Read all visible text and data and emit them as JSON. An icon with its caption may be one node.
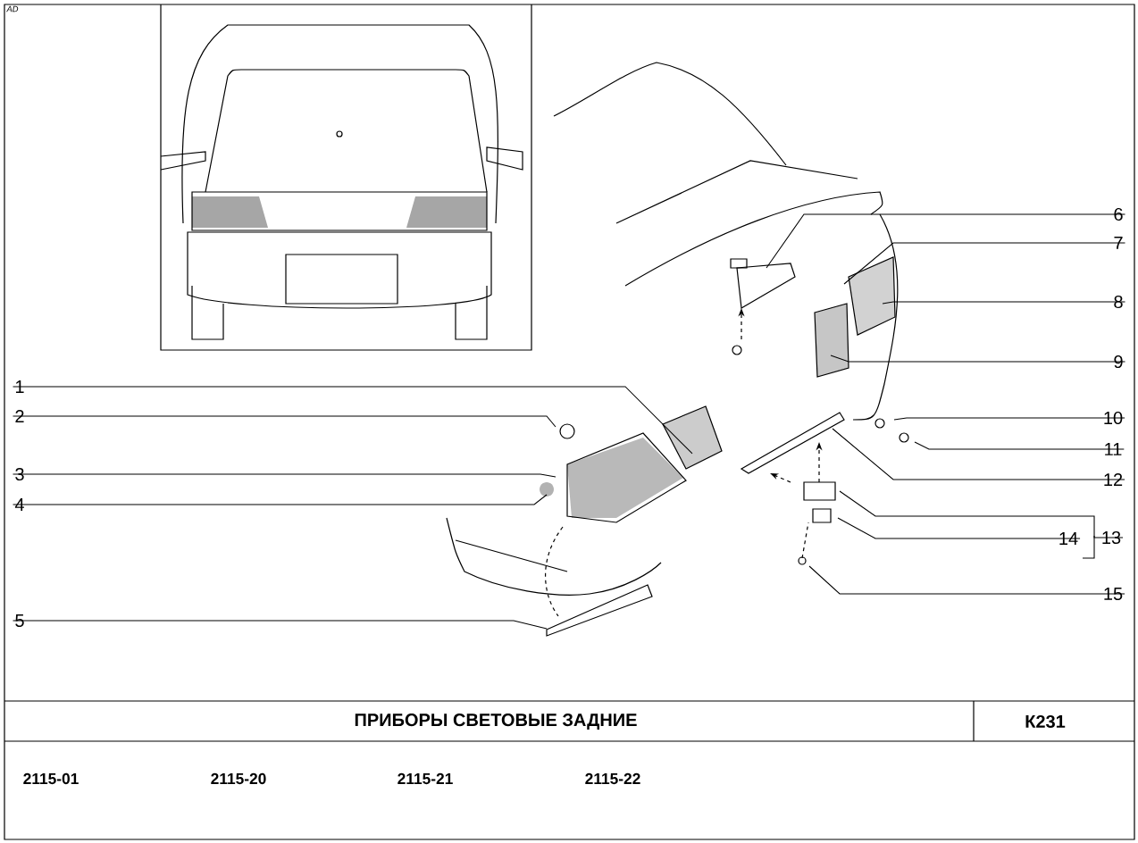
{
  "diagram": {
    "title": "ПРИБОРЫ СВЕТОВЫЕ ЗАДНИЕ",
    "nodes": [
      {
        "text": [
          "1"
        ]
      },
      {
        "text": [
          "2"
        ]
      },
      {
        "text": [
          "3"
        ]
      },
      {
        "text": [
          "4"
        ]
      },
      {
        "text": [
          "5"
        ]
      },
      {
        "text": [
          "6"
        ]
      },
      {
        "text": [
          "7"
        ]
      },
      {
        "text": [
          "8"
        ]
      },
      {
        "text": [
          "9"
        ]
      },
      {
        "text": [
          "10"
        ]
      },
      {
        "text": [
          "11"
        ]
      },
      {
        "text": [
          "12"
        ]
      },
      {
        "text": [
          "13"
        ]
      },
      {
        "text": [
          "14"
        ]
      },
      {
        "text": [
          "15"
        ]
      }
    ],
    "edges": [
      {
        "from": 0,
        "to": null,
        "arrow": "none"
      },
      {
        "from": 1,
        "to": null,
        "arrow": "none"
      },
      {
        "from": 2,
        "to": null,
        "arrow": "none"
      },
      {
        "from": 3,
        "to": null,
        "arrow": "none"
      },
      {
        "from": 4,
        "to": null,
        "arrow": "none"
      },
      {
        "from": 5,
        "to": null,
        "arrow": "none"
      },
      {
        "from": 6,
        "to": null,
        "arrow": "none"
      },
      {
        "from": 7,
        "to": null,
        "arrow": "none"
      },
      {
        "from": 8,
        "to": null,
        "arrow": "none"
      },
      {
        "from": 9,
        "to": null,
        "arrow": "none"
      },
      {
        "from": 10,
        "to": null,
        "arrow": "none"
      },
      {
        "from": 11,
        "to": null,
        "arrow": "none"
      },
      {
        "from": 12,
        "to": null,
        "arrow": "none"
      },
      {
        "from": 13,
        "to": null,
        "arrow": "none"
      },
      {
        "from": 14,
        "to": null,
        "arrow": "none"
      }
    ],
    "labels": [
      "AD",
      "К231",
      "2115-01",
      "2115-20",
      "2115-21",
      "2115-22"
    ]
  }
}
